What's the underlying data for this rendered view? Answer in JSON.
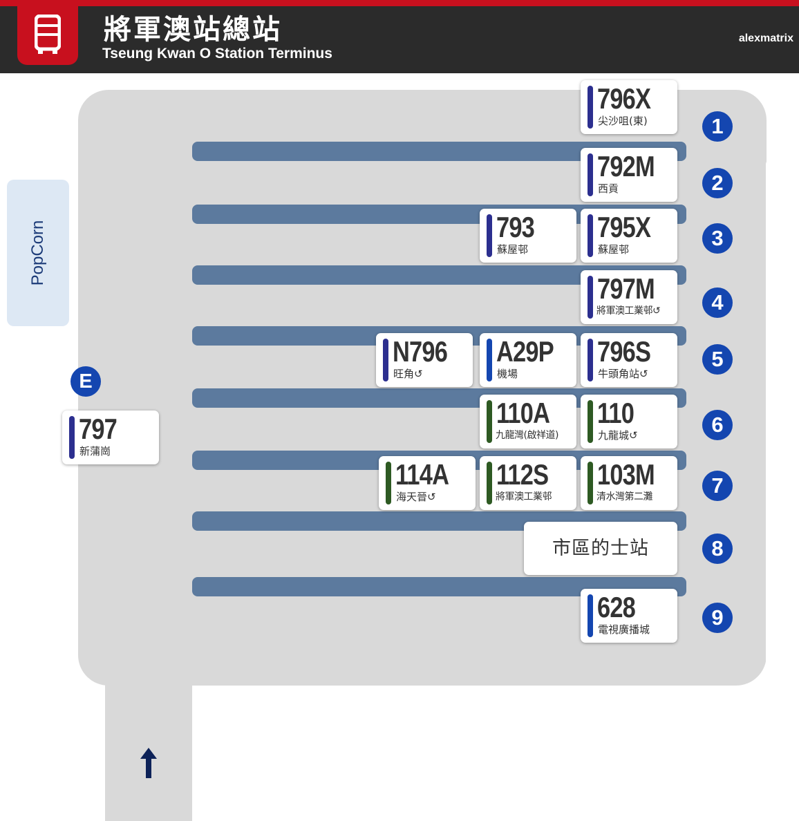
{
  "header": {
    "title_zh": "將軍澳站總站",
    "title_en": "Tseung Kwan O Station Terminus",
    "brand": "alexmatrix",
    "logo_icon": "bus-icon",
    "accent_color": "#c8101e",
    "bar_color": "#2b2b2b"
  },
  "building": {
    "label": "PopCorn"
  },
  "bays": [
    "1",
    "2",
    "3",
    "4",
    "5",
    "6",
    "7",
    "8",
    "9"
  ],
  "bay_e": "E",
  "routes": {
    "r796x": {
      "route": "796X",
      "dest": "尖沙咀(東)",
      "color": "#2c2f8f"
    },
    "r792m": {
      "route": "792M",
      "dest": "西貢",
      "color": "#2c2f8f"
    },
    "r793": {
      "route": "793",
      "dest": "蘇屋邨",
      "color": "#2c2f8f"
    },
    "r795x": {
      "route": "795X",
      "dest": "蘇屋邨",
      "color": "#2c2f8f"
    },
    "r797m": {
      "route": "797M",
      "dest": "將軍澳工業邨↺",
      "color": "#2c2f8f"
    },
    "rn796": {
      "route": "N796",
      "dest": "旺角↺",
      "color": "#2c2f8f"
    },
    "ra29p": {
      "route": "A29P",
      "dest": "機場",
      "color": "#1446b0"
    },
    "r796s": {
      "route": "796S",
      "dest": "牛頭角站↺",
      "color": "#2c2f8f"
    },
    "r110a": {
      "route": "110A",
      "dest": "九龍灣(啟祥道)",
      "color": "#2e5a23"
    },
    "r110": {
      "route": "110",
      "dest": "九龍城↺",
      "color": "#2e5a23"
    },
    "r114a": {
      "route": "114A",
      "dest": "海天晉↺",
      "color": "#2e5a23"
    },
    "r112s": {
      "route": "112S",
      "dest": "將軍澳工業邨",
      "color": "#2e5a23"
    },
    "r103m": {
      "route": "103M",
      "dest": "清水灣第二灘",
      "color": "#2e5a23"
    },
    "r628": {
      "route": "628",
      "dest": "電視廣播城",
      "color": "#1446b0"
    },
    "r797": {
      "route": "797",
      "dest": "新蒲崗",
      "color": "#2c2f8f"
    }
  },
  "taxi_stand": "市區的士站",
  "icons": {
    "exit_arrow": "up-arrow-icon"
  }
}
